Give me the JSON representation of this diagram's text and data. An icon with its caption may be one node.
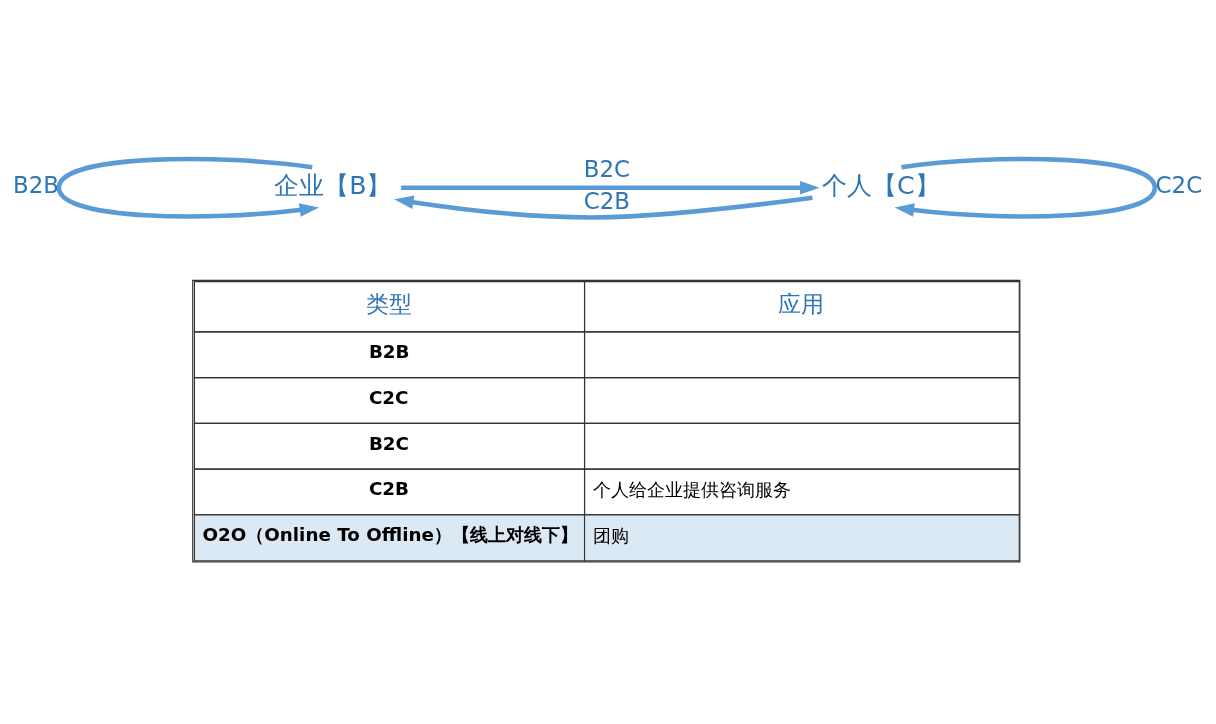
{
  "diagram": {
    "nodes": [
      {
        "text": [
          "企业【B】"
        ]
      },
      {
        "text": [
          "个人【C】"
        ]
      }
    ],
    "edges": [
      {
        "from": 0,
        "to": 0,
        "arrow": "to",
        "label": "B2B"
      },
      {
        "from": 0,
        "to": 1,
        "arrow": "to",
        "label": "B2C"
      },
      {
        "from": 1,
        "to": 0,
        "arrow": "to",
        "label": "C2B"
      },
      {
        "from": 1,
        "to": 1,
        "arrow": "to",
        "label": "C2C"
      }
    ],
    "labels": [
      "类型",
      "应用",
      "B2B",
      "C2C",
      "B2C",
      "C2B",
      "个人给企业提供咨询服务",
      "O2O（Online To Offline）【线上对线下】",
      "团购"
    ]
  }
}
